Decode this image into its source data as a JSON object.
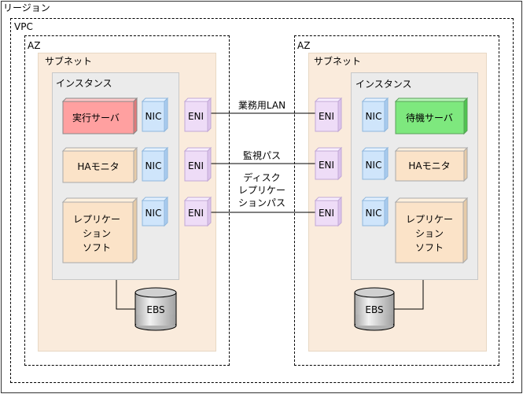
{
  "region": {
    "label": "リージョン"
  },
  "vpc": {
    "label": "VPC"
  },
  "left": {
    "az_label": "AZ",
    "subnet_label": "サブネット",
    "instance_label": "インスタンス",
    "server_label": "実行サーバ",
    "ha_label": "HAモニタ",
    "repl_lines": [
      "レプリケー",
      "ション",
      "ソフト"
    ],
    "nic_label": "NIC",
    "eni_label": "ENI",
    "ebs_label": "EBS"
  },
  "right": {
    "az_label": "AZ",
    "subnet_label": "サブネット",
    "instance_label": "インスタンス",
    "server_label": "待機サーバ",
    "ha_label": "HAモニタ",
    "repl_lines": [
      "レプリケー",
      "ション",
      "ソフト"
    ],
    "nic_label": "NIC",
    "eni_label": "ENI",
    "ebs_label": "EBS"
  },
  "links": {
    "business_lan": "業務用LAN",
    "monitor_path": "監視パス",
    "replication_lines": [
      "ディスク",
      "レプリケー",
      "ションパス"
    ]
  },
  "colors": {
    "active_server": "#ffa0a0",
    "standby_server": "#7ee87e",
    "component": "#fbe3c8",
    "nic": "#cfe5fb",
    "eni": "#eedcf7",
    "ebs": "#d0d0d0"
  }
}
